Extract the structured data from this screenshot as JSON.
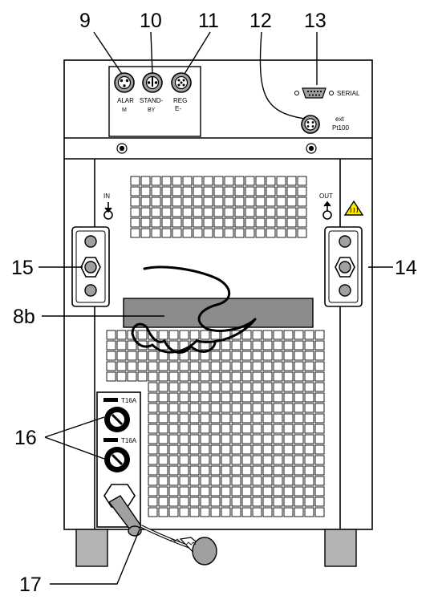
{
  "callouts": {
    "c9": "9",
    "c10": "10",
    "c11": "11",
    "c12": "12",
    "c13": "13",
    "c14": "14",
    "c15": "15",
    "c8b": "8b",
    "c16": "16",
    "c17": "17"
  },
  "labels": {
    "alarm": "ALAR",
    "alarm_cut": "M",
    "standby": "STAND-",
    "standby_cut": "BY",
    "reg": "REG",
    "reg2": "E-",
    "serial": "SERIAL",
    "ext": "ext",
    "pt100": "Pt100",
    "in": "IN",
    "out": "OUT",
    "fuse1": "T16A",
    "fuse2": "T16A"
  },
  "colors": {
    "line": "#000000",
    "panel": "#ffffff",
    "gray_panel": "#8c8c8c",
    "connector_gray": "#a0a0a0",
    "foot_gray": "#b4b4b4",
    "warning_yellow": "#ffe600"
  }
}
